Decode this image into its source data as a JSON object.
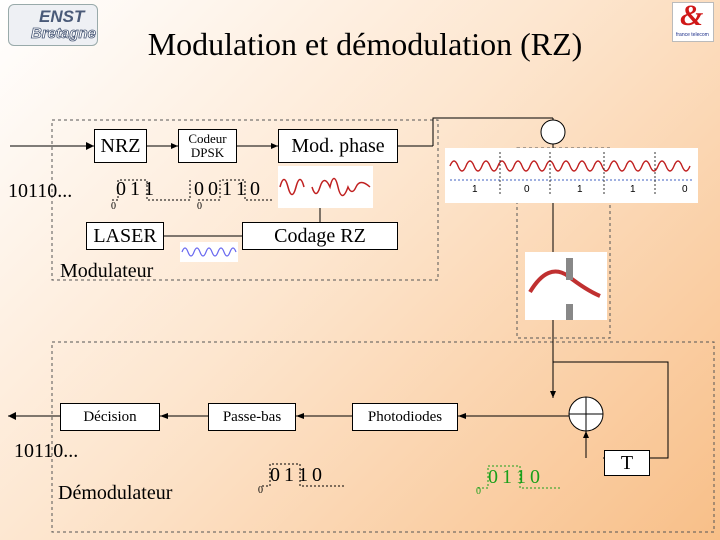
{
  "header": {
    "title": "Modulation et démodulation (RZ)",
    "logo_left_line1": "ENST",
    "logo_left_line2": "Bretagne",
    "logo_right_symbol": "&",
    "logo_right_caption": "france telecom"
  },
  "modulator": {
    "nrz_label": "NRZ",
    "coder_label": "Codeur DPSK",
    "phase_mod_label": "Mod. phase",
    "input_bits": "10110...",
    "nrz_bits": [
      "0",
      "1",
      "1"
    ],
    "dpsk_bits": [
      "0",
      "0",
      "1",
      "1",
      "0"
    ],
    "zero_axis_label": "0",
    "laser_label": "LASER",
    "rz_label": "Codage RZ",
    "section_label": "Modulateur"
  },
  "phase_diagram": {
    "bit_labels": [
      "1",
      "0",
      "1",
      "1",
      "0"
    ]
  },
  "demodulator": {
    "decision_label": "Décision",
    "lowpass_label": "Passe-bas",
    "photodiodes_label": "Photodiodes",
    "output_bits": "10110...",
    "section_label": "Démodulateur",
    "lowpass_bits": [
      "0",
      "1",
      "1",
      "0"
    ],
    "photo_bits": [
      "0",
      "1",
      "1",
      "0"
    ],
    "delay_label": "T"
  },
  "colors": {
    "photo_signal": "#1aa01a",
    "waveform": "#c02020",
    "background_light": "#ffffff",
    "background_warm": "#f8bf88"
  }
}
